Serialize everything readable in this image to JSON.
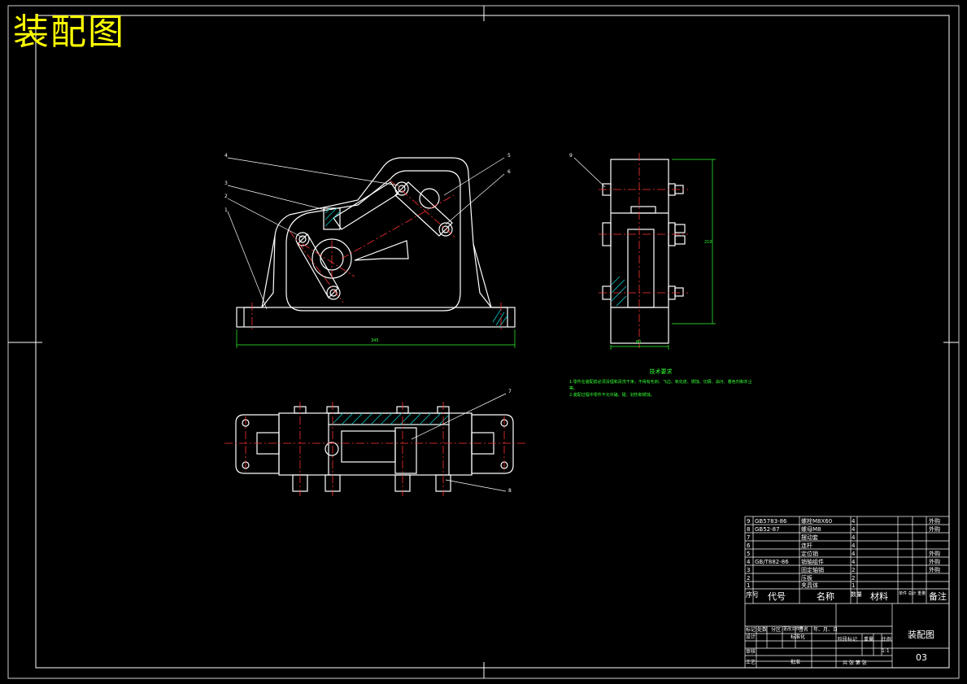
{
  "title": "装配图",
  "technical_requirements": {
    "heading": "技术要求",
    "lines": [
      "1.零件在装配前必须清理和清洗干净，不得有毛刺、飞边、氧化皮、锈蚀、切屑、油污、着色剂和灰尘等。",
      "2.装配过程中零件不允许磕、碰、划伤和锈蚀。"
    ]
  },
  "part_callouts": [
    "1",
    "2",
    "3",
    "4",
    "5",
    "6",
    "7",
    "8",
    "9"
  ],
  "dimensions": {
    "front_width": "345",
    "side_width": "80",
    "side_height": "210"
  },
  "bom": {
    "rows": [
      {
        "no": "9",
        "code": "GB5783-86",
        "name": "螺栓M8X60",
        "qty": "4",
        "remark": "外购"
      },
      {
        "no": "8",
        "code": "GB52-87",
        "name": "螺母M8",
        "qty": "4",
        "remark": "外购"
      },
      {
        "no": "7",
        "code": "",
        "name": "摆动套",
        "qty": "4",
        "remark": ""
      },
      {
        "no": "6",
        "code": "",
        "name": "连杆",
        "qty": "4",
        "remark": ""
      },
      {
        "no": "5",
        "code": "",
        "name": "定位销",
        "qty": "4",
        "remark": "外购"
      },
      {
        "no": "4",
        "code": "GB/T882-86",
        "name": "销轴组件",
        "qty": "4",
        "remark": "外购"
      },
      {
        "no": "3",
        "code": "",
        "name": "固定轴销",
        "qty": "2",
        "remark": "外购"
      },
      {
        "no": "2",
        "code": "",
        "name": "压板",
        "qty": "2",
        "remark": ""
      },
      {
        "no": "1",
        "code": "",
        "name": "夹具体",
        "qty": "1",
        "remark": ""
      }
    ],
    "header": {
      "no": "序号",
      "code": "代号",
      "name": "名称",
      "qty": "数量",
      "material": "材料",
      "weight": "单件 总计 重量",
      "remark": "备注"
    }
  },
  "title_block": {
    "drawing_name": "装配图",
    "drawing_no": "03",
    "scale": "1:1",
    "labels": {
      "mark": "标记",
      "count": "处数",
      "zone": "分区",
      "change_doc": "更改文件号",
      "signature": "签名",
      "date": "年、月、日",
      "design": "设计",
      "standardize": "标准化",
      "review": "审核",
      "process": "工艺",
      "approve": "批准",
      "stage_mark": "阶段标记",
      "weight": "重量",
      "ratio": "比例",
      "sheets": "共 张 第 张"
    }
  },
  "colors": {
    "background": "#000000",
    "line": "#ffffff",
    "center_line": "#ff3333",
    "dimension": "#33ff33",
    "title": "#ffff00",
    "hatch": "#00c8c8"
  }
}
